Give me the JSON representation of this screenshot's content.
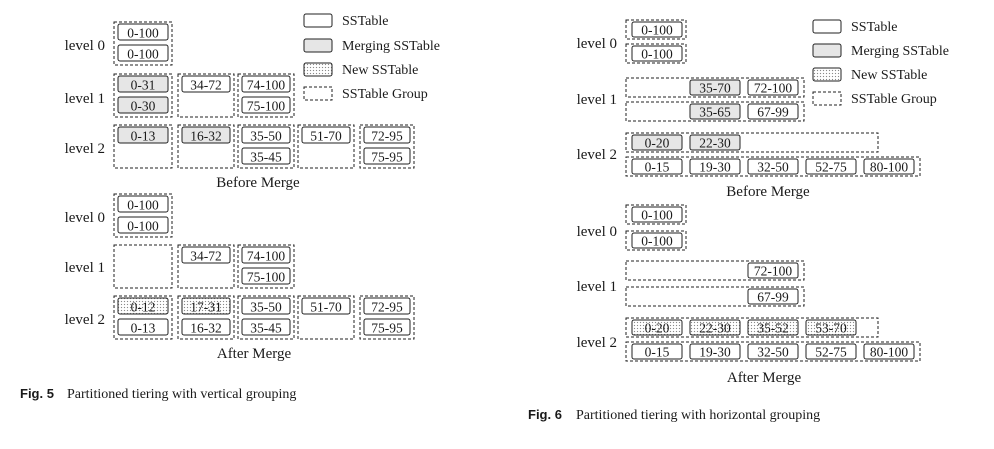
{
  "fig5": {
    "caption_num": "Fig. 5",
    "caption_text": "Partitioned tiering with vertical grouping",
    "before_label": "Before Merge",
    "after_label": "After Merge",
    "levels": [
      "level 0",
      "level 1",
      "level 2"
    ],
    "legend": [
      "SSTable",
      "Merging SSTable",
      "New SSTable",
      "SSTable Group"
    ],
    "before": {
      "level0": [
        [
          "0-100",
          "0-100"
        ]
      ],
      "level1": [
        [
          "0-31",
          "0-30"
        ],
        [
          "34-72"
        ],
        [
          "74-100",
          "75-100"
        ]
      ],
      "level2": [
        [
          "0-13"
        ],
        [
          "16-32"
        ],
        [
          "35-50",
          "35-45"
        ],
        [
          "51-70"
        ],
        [
          "72-95",
          "75-95"
        ]
      ]
    },
    "after": {
      "level0": [
        [
          "0-100",
          "0-100"
        ]
      ],
      "level1": [
        [],
        [
          "34-72"
        ],
        [
          "74-100",
          "75-100"
        ]
      ],
      "level2": [
        [
          "0-12",
          "0-13"
        ],
        [
          "17-31",
          "16-32"
        ],
        [
          "35-50",
          "35-45"
        ],
        [
          "51-70"
        ],
        [
          "72-95",
          "75-95"
        ]
      ]
    }
  },
  "fig6": {
    "caption_num": "Fig. 6",
    "caption_text": "Partitioned tiering with horizontal grouping",
    "before_label": "Before Merge",
    "after_label": "After Merge",
    "levels": [
      "level 0",
      "level 1",
      "level 2"
    ],
    "legend": [
      "SSTable",
      "Merging SSTable",
      "New SSTable",
      "SSTable Group"
    ],
    "before": {
      "level0": [
        [
          "0-100"
        ],
        [
          "0-100"
        ]
      ],
      "level1": [
        [
          "35-70",
          "72-100"
        ],
        [
          "35-65",
          "67-99"
        ]
      ],
      "level2": [
        [
          "0-20",
          "22-30"
        ],
        [
          "0-15",
          "19-30",
          "32-50",
          "52-75",
          "80-100"
        ]
      ]
    },
    "after": {
      "level0": [
        [
          "0-100"
        ],
        [
          "0-100"
        ]
      ],
      "level1": [
        [
          "72-100"
        ],
        [
          "67-99"
        ]
      ],
      "level2": [
        [
          "0-20",
          "22-30",
          "35-52",
          "53-70"
        ],
        [
          "0-15",
          "19-30",
          "32-50",
          "52-75",
          "80-100"
        ]
      ]
    }
  }
}
